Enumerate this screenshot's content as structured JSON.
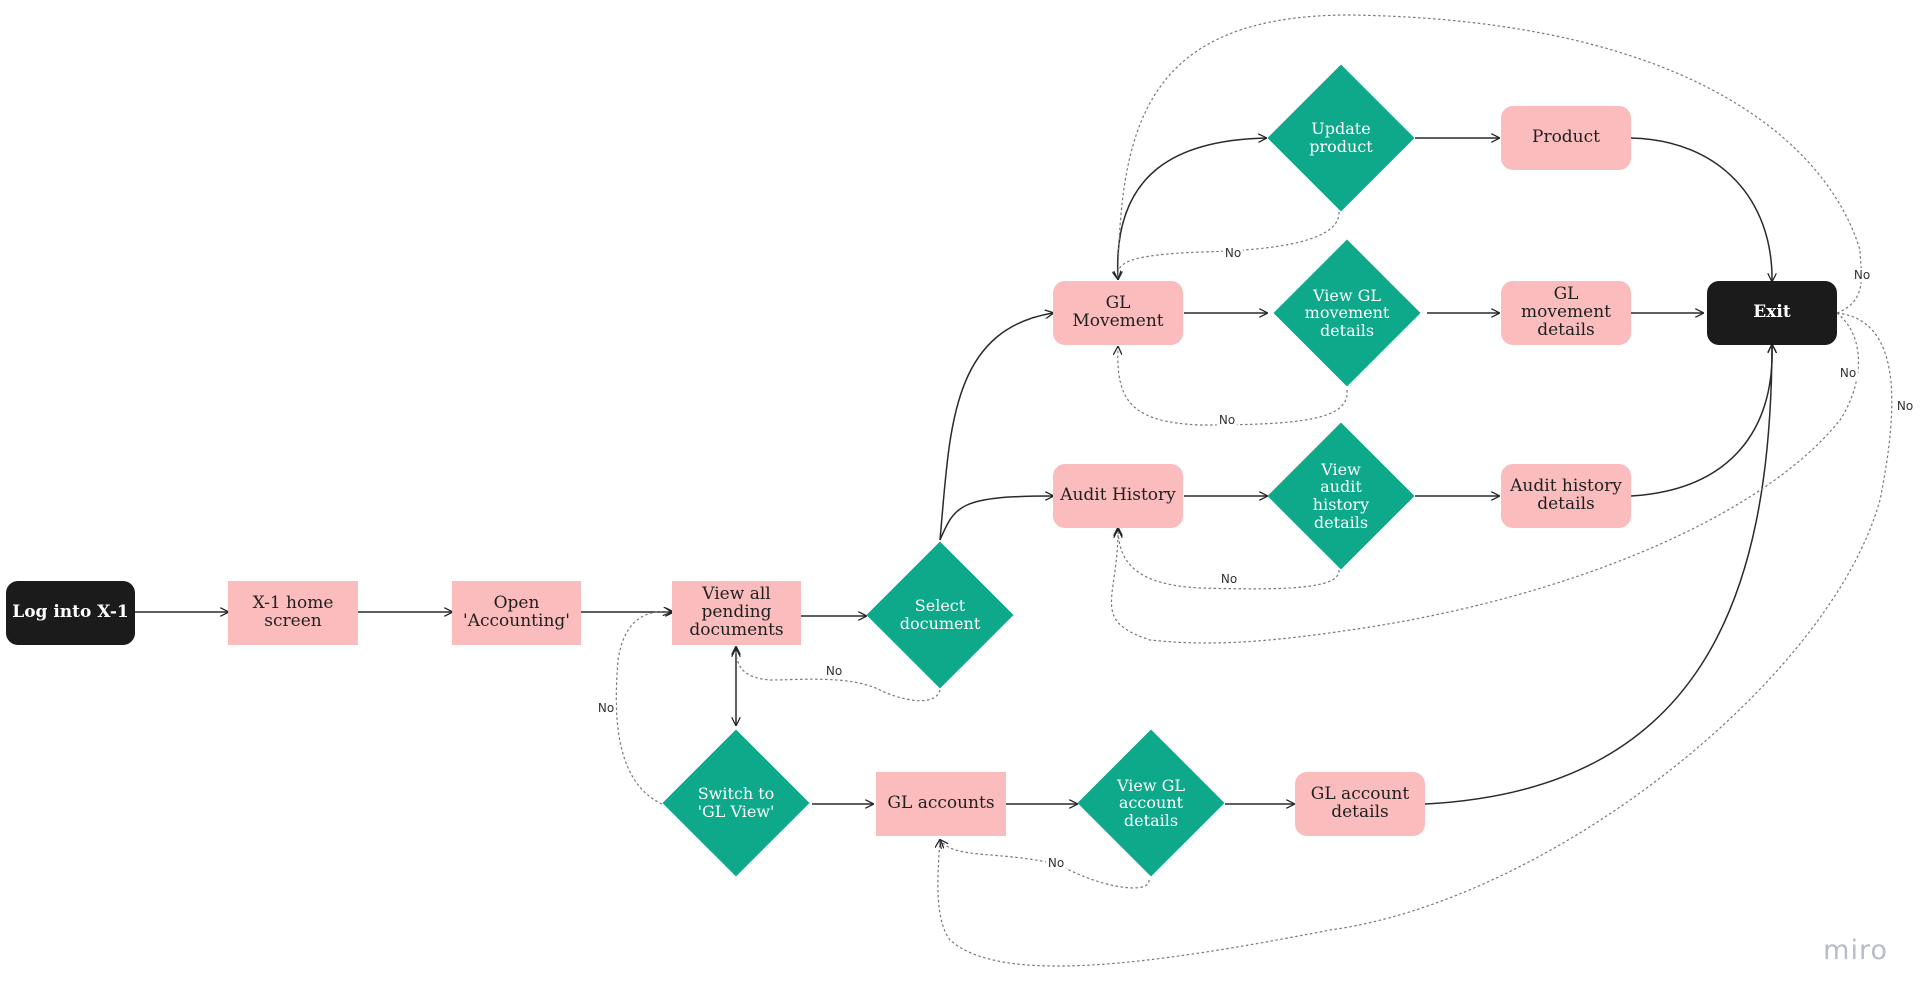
{
  "nodes": {
    "login": "Log into X-1",
    "home": "X-1 home screen",
    "accounting": "Open\n'Accounting'",
    "pending": "View all pending\ndocuments",
    "select": "Select\ndocument",
    "switch": "Switch to\n'GL View'",
    "gl_accounts": "GL accounts",
    "view_gl_account": "View GL\naccount\ndetails",
    "gl_account_details": "GL account\ndetails",
    "gl_movement": "GL Movement",
    "view_gl_movement": "View GL\nmovement\ndetails",
    "gl_movement_details": "GL movement\ndetails",
    "update_product": "Update\nproduct",
    "product": "Product",
    "audit_history": "Audit History",
    "view_audit": "View\naudit\nhistory\ndetails",
    "audit_details": "Audit history\ndetails",
    "exit": "Exit"
  },
  "edge_labels": {
    "no_update": "No",
    "no_movement": "No",
    "no_audit": "No",
    "no_select": "No",
    "no_switch": "No",
    "no_account": "No",
    "no_exit_1": "No",
    "no_exit_2": "No",
    "no_exit_3": "No"
  },
  "colors": {
    "dark": "#1b1b1b",
    "pink": "#fbbcbd",
    "green": "#0ea88a"
  },
  "brand": "miro"
}
